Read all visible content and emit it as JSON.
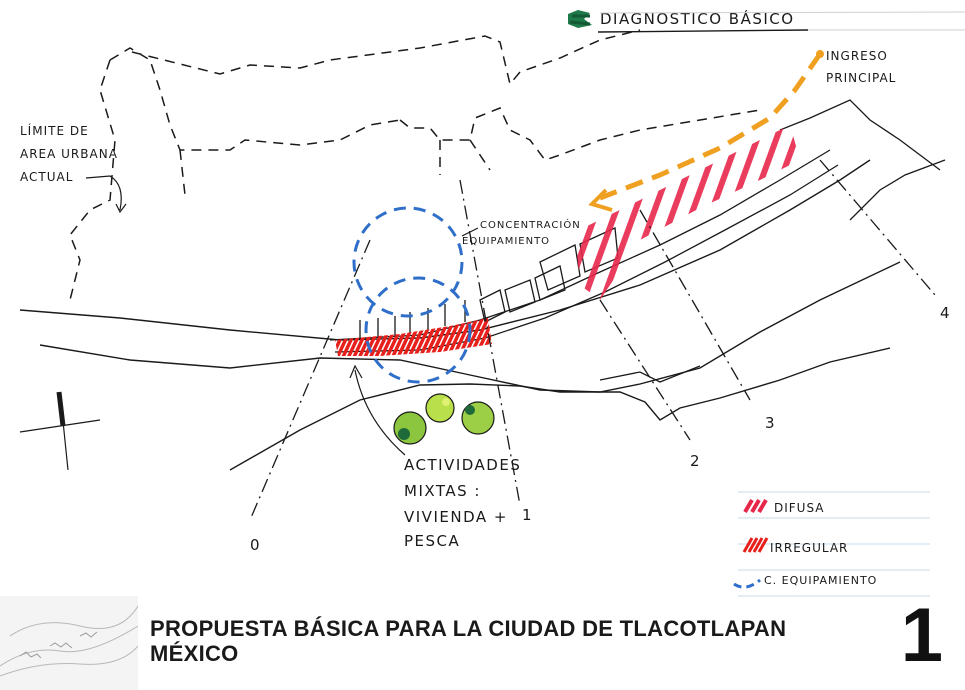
{
  "heading": "DIAGNOSTICO BÁSICO",
  "labels": {
    "ingreso_line1": "INGRESO",
    "ingreso_line2": "PRINCIPAL",
    "limite_line1": "LÍMITE DE",
    "limite_line2": "AREA URBANA",
    "limite_line3": "ACTUAL",
    "concentracion_line1": "CONCENTRACIÓN",
    "concentracion_line2": "EQUIPAMIENTO",
    "actividades_line1": "ACTIVIDADES",
    "actividades_line2": "MIXTAS :",
    "actividades_line3": "VIVIENDA +",
    "actividades_line4": "PESCA"
  },
  "axes": [
    "0",
    "1",
    "2",
    "3",
    "4"
  ],
  "legend": {
    "items": [
      {
        "label": "DIFUSA",
        "color": "#e8264a",
        "symbol": "hatch-light"
      },
      {
        "label": "IRREGULAR",
        "color": "#e8201c",
        "symbol": "hatch-dense"
      },
      {
        "label": "C. EQUIPAMIENTO",
        "color": "#2f6fc9",
        "symbol": "dashed-arc"
      }
    ]
  },
  "footer": {
    "title_line1": "PROPUESTA BÁSICA PARA LA CIUDAD DE TLACOTLAPAN",
    "title_line2": "MÉXICO",
    "sheet_number": "1"
  },
  "colors": {
    "ink": "#1a1a1a",
    "difusa": "#e8264a",
    "irregular": "#e8201c",
    "equipamiento": "#2f6fc9",
    "ingreso_arrow": "#f0a020",
    "heading_marker": "#1f7a4a",
    "trees": "#8cc63f"
  },
  "icons": [
    "north-arrow-icon",
    "tree-cluster-icon",
    "heading-marker-icon"
  ]
}
